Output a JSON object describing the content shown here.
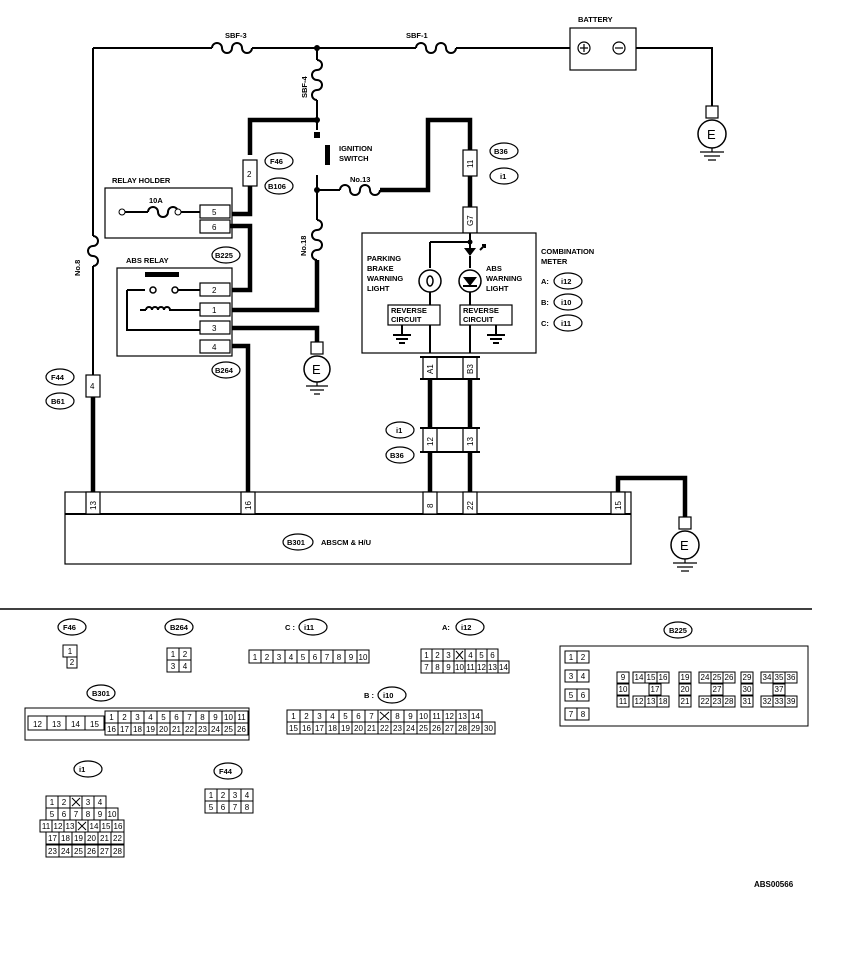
{
  "fuses": {
    "sbf3": "SBF-3",
    "sbf1": "SBF-1",
    "sbf4": "SBF-4",
    "no13": "No.13",
    "no18": "No.18",
    "no8": "No.8",
    "fuse_10a": "10A"
  },
  "battery": {
    "label": "BATTERY"
  },
  "ignition_switch": {
    "line1": "IGNITION",
    "line2": "SWITCH"
  },
  "relay_holder": {
    "label": "RELAY HOLDER",
    "pins": [
      "5",
      "6"
    ]
  },
  "abs_relay": {
    "label": "ABS RELAY",
    "pins": [
      "2",
      "1",
      "3",
      "4"
    ]
  },
  "connectors": {
    "f46": "F46",
    "b106": "B106",
    "b225": "B225",
    "b264": "B264",
    "f44": "F44",
    "b61": "B61",
    "b36": "B36",
    "i1": "i1",
    "b36b": "B36",
    "i1b": "i1",
    "pin_f46": "2",
    "pin_f44": "4",
    "pin_i1_top": "11",
    "pin_g7": "G7",
    "pin_a1": "A1",
    "pin_b3": "B3",
    "pin_12": "12",
    "pin_13": "13"
  },
  "combination_meter": {
    "title_line1": "COMBINATION",
    "title_line2": "METER",
    "parking_line1": "PARKING",
    "parking_line2": "BRAKE",
    "parking_line3": "WARNING",
    "parking_line4": "LIGHT",
    "abs_line1": "ABS",
    "abs_line2": "WARNING",
    "abs_line3": "LIGHT",
    "reverse1": "REVERSE",
    "circuit1": "CIRCUIT",
    "reverse2": "REVERSE",
    "circuit2": "CIRCUIT",
    "refs": [
      {
        "key": "A:",
        "conn": "i12"
      },
      {
        "key": "B:",
        "conn": "i10"
      },
      {
        "key": "C:",
        "conn": "i11"
      }
    ]
  },
  "abscm": {
    "conn": "B301",
    "label": "ABSCM & H/U",
    "pins": [
      "13",
      "16",
      "8",
      "22",
      "15"
    ]
  },
  "ground": "E",
  "connector_views": {
    "f46": {
      "name": "F46",
      "pins": [
        "1",
        "2"
      ]
    },
    "b264": {
      "name": "B264",
      "pins": [
        "1",
        "2",
        "3",
        "4"
      ]
    },
    "i11": {
      "prefix": "C :",
      "name": "i11",
      "pins": [
        "1",
        "2",
        "3",
        "4",
        "5",
        "6",
        "7",
        "8",
        "9",
        "10"
      ]
    },
    "i12": {
      "prefix": "A:",
      "name": "i12",
      "row1": [
        "1",
        "2",
        "3",
        "",
        "4",
        "5",
        "6"
      ],
      "row2": [
        "7",
        "8",
        "9",
        "10",
        "11",
        "12",
        "13",
        "14"
      ]
    },
    "b225": {
      "name": "B225",
      "left": [
        "1",
        "2",
        "3",
        "4",
        "5",
        "6",
        "7",
        "8"
      ],
      "r1": [
        "9",
        "14",
        "15",
        "16",
        "19",
        "24",
        "25",
        "26",
        "29",
        "34",
        "35",
        "36"
      ],
      "r2": [
        "10",
        "17",
        "20",
        "27",
        "30",
        "37"
      ],
      "r3": [
        "11",
        "12",
        "13",
        "18",
        "21",
        "22",
        "23",
        "28",
        "31",
        "32",
        "33",
        "39"
      ]
    },
    "b301": {
      "name": "B301",
      "left": [
        "12",
        "13",
        "14",
        "15"
      ],
      "row1": [
        "1",
        "2",
        "3",
        "4",
        "5",
        "6",
        "7",
        "8",
        "9",
        "10",
        "11"
      ],
      "row2": [
        "16",
        "17",
        "18",
        "19",
        "20",
        "21",
        "22",
        "23",
        "24",
        "25",
        "26"
      ]
    },
    "i10": {
      "prefix": "B :",
      "name": "i10",
      "row1": [
        "1",
        "2",
        "3",
        "4",
        "5",
        "6",
        "7",
        "",
        "8",
        "9",
        "10",
        "11",
        "12",
        "13",
        "14"
      ],
      "row2": [
        "15",
        "16",
        "17",
        "18",
        "19",
        "20",
        "21",
        "22",
        "23",
        "24",
        "25",
        "26",
        "27",
        "28",
        "29",
        "30"
      ]
    },
    "i1": {
      "name": "i1",
      "rows": [
        [
          "1",
          "2",
          "",
          "3",
          "4"
        ],
        [
          "5",
          "6",
          "7",
          "8",
          "9",
          "10"
        ],
        [
          "11",
          "12",
          "13",
          "",
          "14",
          "15",
          "16"
        ],
        [
          "17",
          "18",
          "19",
          "20",
          "21",
          "22"
        ],
        [
          "23",
          "24",
          "25",
          "26",
          "27",
          "28"
        ]
      ]
    },
    "f44": {
      "name": "F44",
      "row1": [
        "1",
        "2",
        "3",
        "4"
      ],
      "row2": [
        "5",
        "6",
        "7",
        "8"
      ]
    }
  },
  "figure_id": "ABS00566"
}
